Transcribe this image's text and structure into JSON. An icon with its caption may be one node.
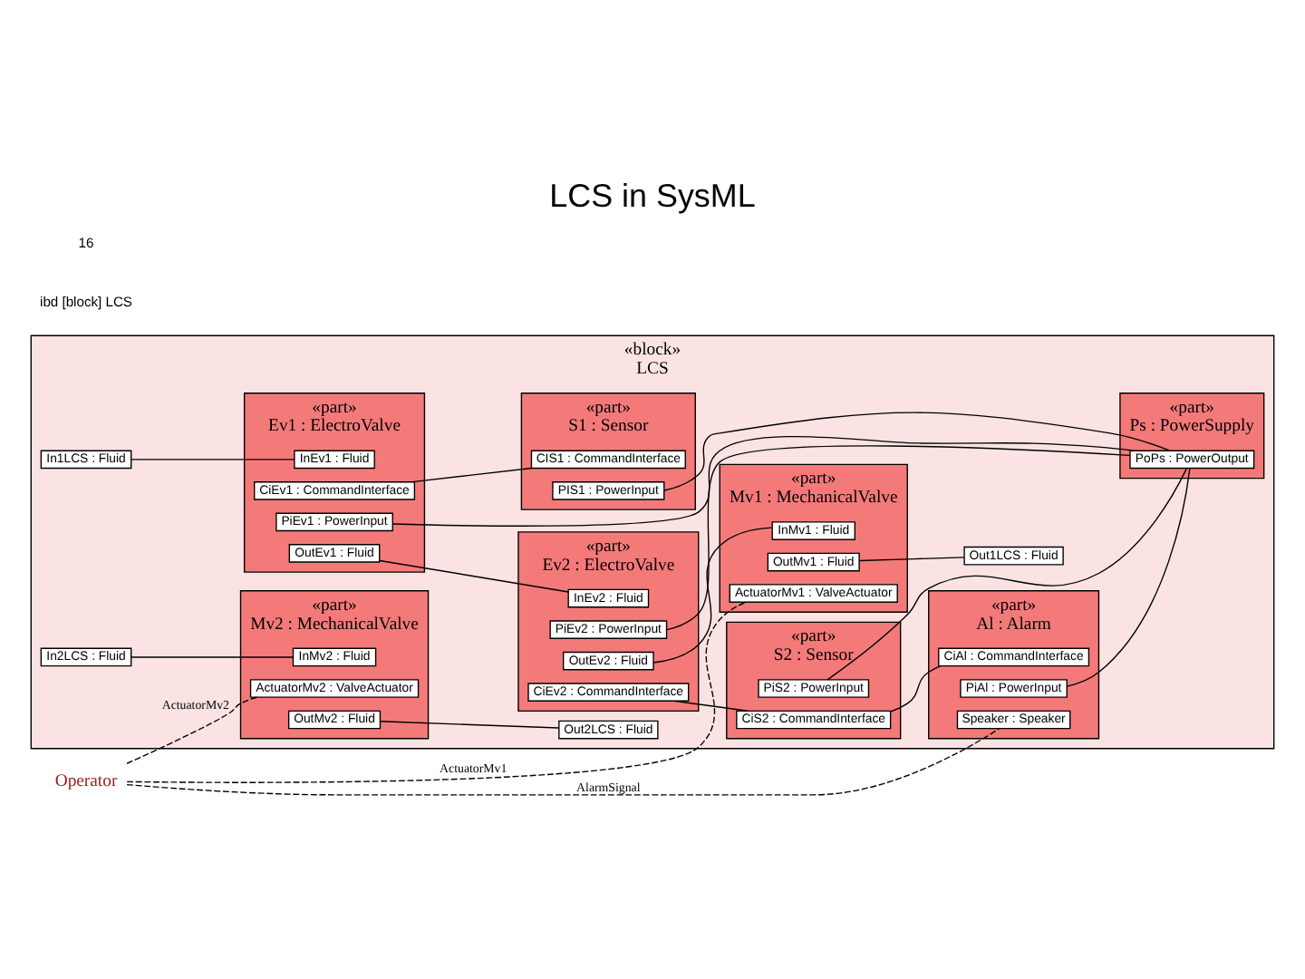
{
  "diagram": {
    "title": "LCS in SysML",
    "nodes": [
      {
        "text": [
          "«block»",
          "LCS"
        ]
      },
      {
        "text": [
          "«part»",
          "Ev1 : ElectroValve"
        ],
        "in": 0
      },
      {
        "text": [
          "«part»",
          "Ev2 : ElectroValve"
        ],
        "in": 0
      },
      {
        "text": [
          "«part»",
          "Mv1 : MechanicalValve"
        ],
        "in": 0
      },
      {
        "text": [
          "«part»",
          "Al : Alarm"
        ],
        "in": 0
      },
      {
        "text": [
          "«part»",
          "Mv2 : MechanicalValve"
        ],
        "in": 0
      },
      {
        "text": [
          "«part»",
          "S1 : Sensor"
        ],
        "in": 0
      },
      {
        "text": [
          "«part»",
          "S2 : Sensor"
        ],
        "in": 0
      },
      {
        "text": [
          "«part»",
          "Ps : PowerSupply"
        ],
        "in": 0
      },
      {
        "text": [
          "Operator"
        ]
      },
      {
        "text": [
          "In1LCS : Fluid"
        ],
        "in": 0
      },
      {
        "text": [
          "In2LCS : Fluid"
        ],
        "in": 0
      },
      {
        "text": [
          "Out1LCS : Fluid"
        ],
        "in": 0
      },
      {
        "text": [
          "Out2LCS : Fluid"
        ],
        "in": 0
      },
      {
        "text": [
          "InEv1 : Fluid"
        ],
        "in": 1
      },
      {
        "text": [
          "PiEv1 : PowerInput"
        ],
        "in": 1
      },
      {
        "text": [
          "CiEv1 : CommandInterface"
        ],
        "in": 1
      },
      {
        "text": [
          "OutEv1 : Fluid"
        ],
        "in": 1
      },
      {
        "text": [
          "InEv2 : Fluid"
        ],
        "in": 2
      },
      {
        "text": [
          "CiEv2 : CommandInterface"
        ],
        "in": 2
      },
      {
        "text": [
          "PiEv2 : PowerInput"
        ],
        "in": 2
      },
      {
        "text": [
          "OutEv2 : Fluid"
        ],
        "in": 2
      },
      {
        "text": [
          "InMv1 : Fluid"
        ],
        "in": 3
      },
      {
        "text": [
          "OutMv1 : Fluid"
        ],
        "in": 3
      },
      {
        "text": [
          "ActuatorMv1 : ValveActuator"
        ],
        "in": 3
      },
      {
        "text": [
          "CiAl : CommandInterface"
        ],
        "in": 4
      },
      {
        "text": [
          "PiAl : PowerInput"
        ],
        "in": 4
      },
      {
        "text": [
          "Speaker : Speaker"
        ],
        "in": 4
      },
      {
        "text": [
          "ActuatorMv2 : ValveActuator"
        ],
        "in": 5
      },
      {
        "text": [
          "InMv2 : Fluid"
        ],
        "in": 5
      },
      {
        "text": [
          "OutMv2 : Fluid"
        ],
        "in": 5
      },
      {
        "text": [
          "CIS1 : CommandInterface"
        ],
        "in": 6
      },
      {
        "text": [
          "PIS1 : PowerInput"
        ],
        "in": 6
      },
      {
        "text": [
          "CiS2 : CommandInterface"
        ],
        "in": 7
      },
      {
        "text": [
          "PiS2 : PowerInput"
        ],
        "in": 7
      },
      {
        "text": [
          "PoPs : PowerOutput"
        ],
        "in": 8
      }
    ],
    "edges": [
      {
        "from": 10,
        "to": 14,
        "arrow": "none"
      },
      {
        "from": 17,
        "to": 18,
        "arrow": "none"
      },
      {
        "from": 21,
        "to": 22,
        "arrow": "none"
      },
      {
        "from": 23,
        "to": 12,
        "arrow": "none"
      },
      {
        "from": 11,
        "to": 29,
        "arrow": "none"
      },
      {
        "from": 30,
        "to": 13,
        "arrow": "none"
      },
      {
        "from": 16,
        "to": 31,
        "arrow": "none"
      },
      {
        "from": 19,
        "to": 33,
        "arrow": "none"
      },
      {
        "from": 33,
        "to": 25,
        "arrow": "none"
      },
      {
        "from": 15,
        "to": 35,
        "arrow": "none"
      },
      {
        "from": 32,
        "to": 35,
        "arrow": "none"
      },
      {
        "from": 20,
        "to": 35,
        "arrow": "none"
      },
      {
        "from": 34,
        "to": 35,
        "arrow": "none"
      },
      {
        "from": 26,
        "to": 35,
        "arrow": "none"
      },
      {
        "from": 9,
        "to": 24,
        "arrow": "none",
        "label": "ActuatorMv1",
        "style": "dashed"
      },
      {
        "from": 9,
        "to": 27,
        "arrow": "none",
        "label": "AlarmSignal",
        "style": "dashed"
      },
      {
        "from": 9,
        "to": 28,
        "arrow": "none",
        "label": "ActuatorMv2",
        "style": "dashed"
      }
    ],
    "labels": [
      "ibd [block] LCS",
      "16"
    ]
  }
}
